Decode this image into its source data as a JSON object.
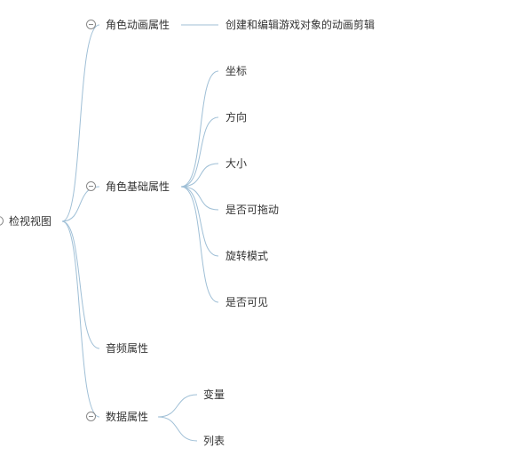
{
  "mindmap": {
    "root": "检视视图",
    "branches": [
      {
        "label": "角色动画属性",
        "children": [
          "创建和编辑游戏对象的动画剪辑"
        ]
      },
      {
        "label": "角色基础属性",
        "children": [
          "坐标",
          "方向",
          "大小",
          "是否可拖动",
          "旋转模式",
          "是否可见"
        ]
      },
      {
        "label": "音频属性",
        "children": []
      },
      {
        "label": "数据属性",
        "children": [
          "变量",
          "列表"
        ]
      }
    ]
  },
  "colors": {
    "link": "#9fbfd6",
    "text": "#333333",
    "toggle": "#8a8a8a"
  }
}
